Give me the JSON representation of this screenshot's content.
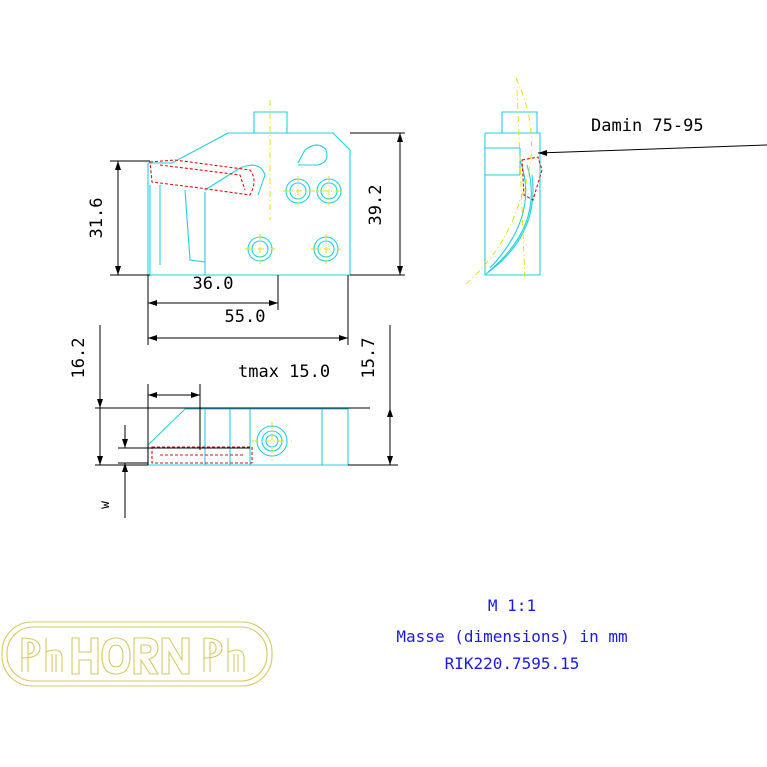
{
  "dimensions": {
    "height_left": "31.6",
    "height_right": "39.2",
    "width_short": "36.0",
    "width_long": "55.0",
    "side_height": "16.2",
    "side_height_right": "15.7",
    "tmax": "tmax 15.0",
    "w_label": "w"
  },
  "callout": {
    "damin": "Damin 75-95"
  },
  "notes": {
    "scale": "M 1:1",
    "units": "Masse (dimensions) in mm",
    "part_number": "RIK220.7595.15"
  },
  "logo": {
    "text": "ph HORN ph"
  },
  "colors": {
    "part_outline": "#1fd0e0",
    "centerline": "#e0e000",
    "hidden_red": "#e01010",
    "dimension": "#000000",
    "note": "#1a1ae0",
    "logo": "#d8c860"
  }
}
